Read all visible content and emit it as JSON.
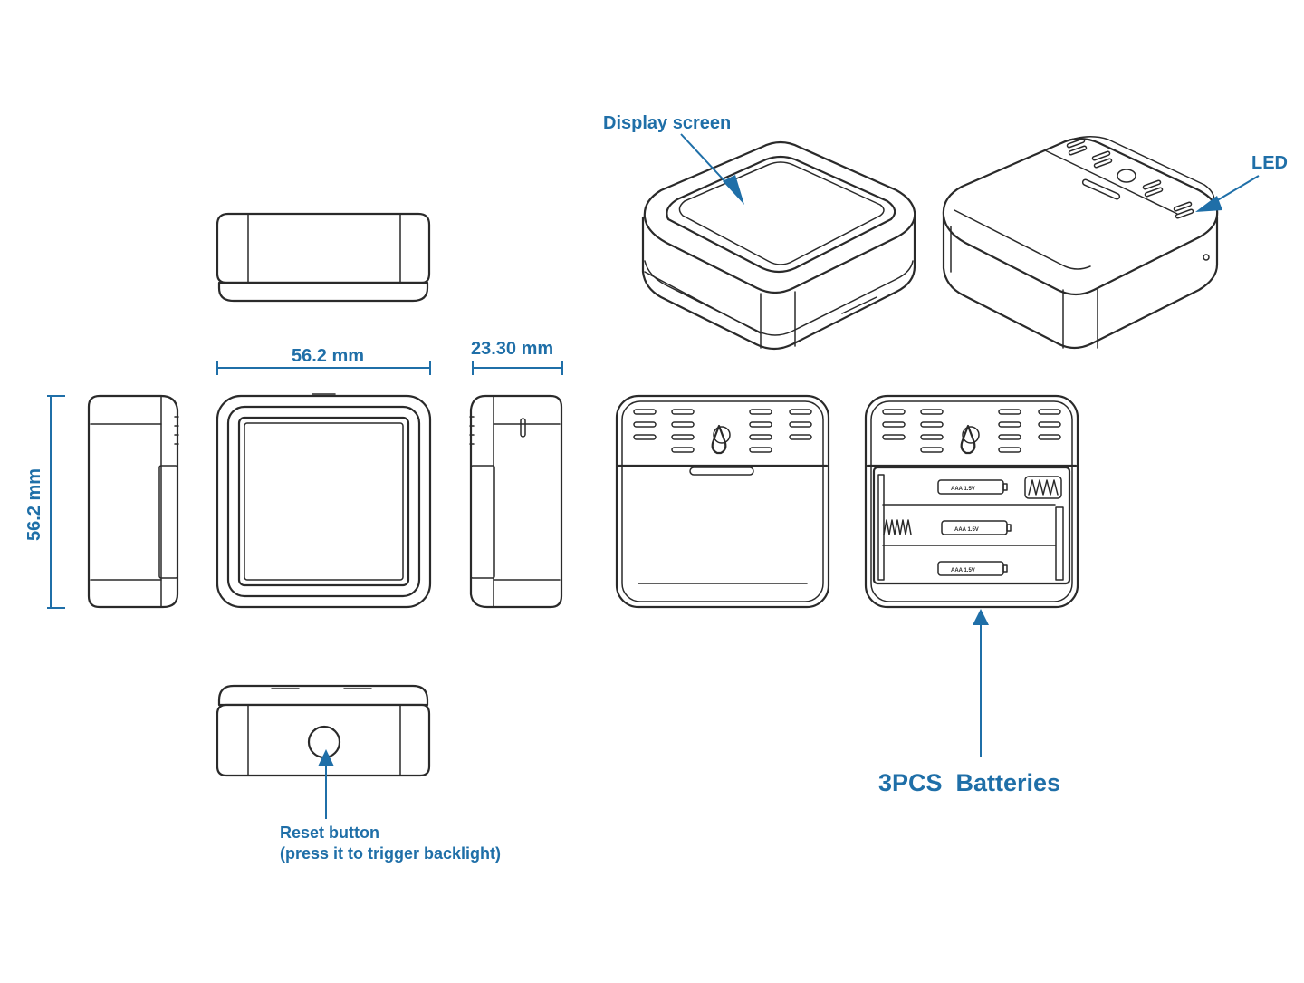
{
  "labels": {
    "display_screen": "Display screen",
    "led": "LED",
    "width_dim": "56.2 mm",
    "depth_dim": "23.30 mm",
    "height_dim": "56.2 mm",
    "batteries": "3PCS  Batteries",
    "reset_button": "Reset button",
    "reset_hint": "(press it to trigger backlight)"
  },
  "battery_label": "AAA 1.5V",
  "colors": {
    "accent": "#1f6fa8",
    "line": "#2a2a2a",
    "background": "#ffffff"
  }
}
